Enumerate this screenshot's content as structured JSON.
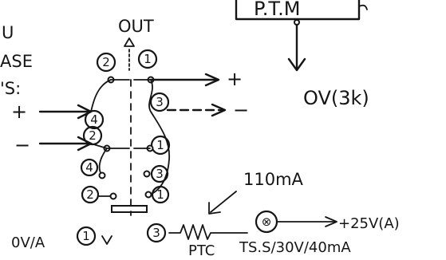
{
  "box_label": "P.T.M",
  "ptm_output": "OV(3k)",
  "side_note": [
    "U",
    "ASE",
    "'S:"
  ],
  "out_label": "OUT",
  "out_pins": [
    "2",
    "1"
  ],
  "input_plus": "+",
  "input_minus": "−",
  "output_plus": "+",
  "output_minus": "−",
  "mid_pins": [
    "4",
    "3",
    "2",
    "1"
  ],
  "lower_pins": [
    "4",
    "3",
    "2",
    "1"
  ],
  "bottom_left_label": "0V/A",
  "bottom_left_pin": "1",
  "bottom_right_pin": "3",
  "current_label": "110mA",
  "ptc_label": "PTC",
  "lamp_symbol": "⊗",
  "lamp_spec": "TS.S/30V/40mA",
  "supply_label": "+25V(A)"
}
